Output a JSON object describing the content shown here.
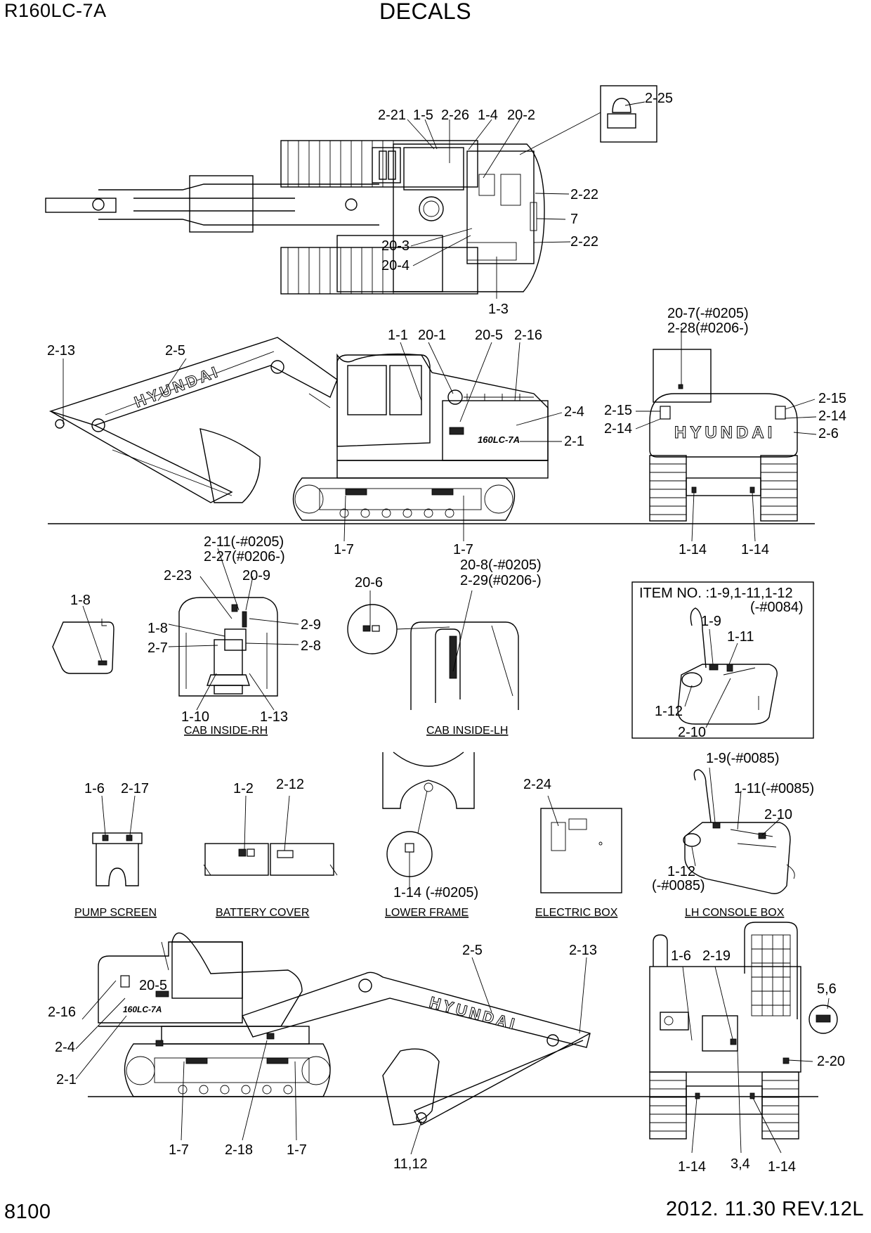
{
  "header": {
    "model": "R160LC-7A",
    "title": "DECALS"
  },
  "footer": {
    "page_number": "8100",
    "revision": "2012. 11.30  REV.12L"
  },
  "brand_text": "HYUNDAI",
  "badge_text": "160LC-7A",
  "item_note": {
    "line1": "ITEM NO. :1-9,1-11,1-12",
    "line2": "(-#0084)"
  },
  "captions": {
    "cab_inside_rh": "CAB INSIDE-RH",
    "cab_inside_lh": "CAB INSIDE-LH",
    "pump_screen": "PUMP SCREEN",
    "battery_cover": "BATTERY COVER",
    "lower_frame": "LOWER FRAME",
    "electric_box": "ELECTRIC BOX",
    "lh_console_box": "LH CONSOLE BOX"
  },
  "labels": {
    "top": [
      "2-21",
      "1-5",
      "2-26",
      "1-4",
      "20-2",
      "2-25",
      "2-22",
      "7",
      "2-22",
      "20-3",
      "20-4",
      "1-3"
    ],
    "side_rh": [
      "2-13",
      "2-5",
      "1-1",
      "20-1",
      "20-5",
      "2-16",
      "2-4",
      "2-1",
      "1-7",
      "1-7"
    ],
    "rear": [
      "20-7(-#0205)",
      "2-28(#0206-)",
      "2-15",
      "2-14",
      "2-15",
      "2-14",
      "2-6",
      "1-14",
      "1-14"
    ],
    "cab_rh": [
      "2-11(-#0205)",
      "2-27(#0206-)",
      "2-23",
      "20-9",
      "1-8",
      "1-8",
      "2-9",
      "2-7",
      "2-8",
      "1-10",
      "1-13"
    ],
    "cab_lh": [
      "20-6",
      "20-8(-#0205)",
      "2-29(#0206-)"
    ],
    "console_early": [
      "1-9",
      "1-11",
      "1-12",
      "2-10"
    ],
    "small_parts": [
      "1-6",
      "2-17",
      "1-2",
      "2-12",
      "1-14 (-#0205)",
      "2-24"
    ],
    "console_late": [
      "1-9(-#0085)",
      "1-11(-#0085)",
      "2-10",
      "1-12",
      "(-#0085)"
    ],
    "side_lh": [
      "2-5",
      "2-13",
      "20-5",
      "2-16",
      "2-4",
      "2-1",
      "1-7",
      "2-18",
      "1-7",
      "11,12"
    ],
    "front": [
      "1-6",
      "2-19",
      "5,6",
      "2-20",
      "1-14",
      "3,4",
      "1-14"
    ]
  }
}
